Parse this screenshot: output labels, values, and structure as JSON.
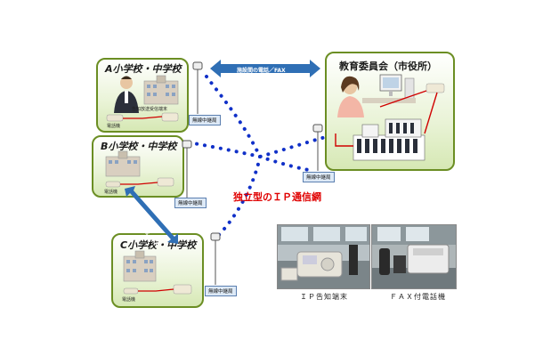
{
  "sites": {
    "a": {
      "title": "A小学校・中学校",
      "device_note": "告知放送受信端末",
      "phone": "電話機"
    },
    "b": {
      "title": "B小学校・中学校",
      "phone": "電話機"
    },
    "c": {
      "title": "C小学校・中学校",
      "phone": "電話機"
    },
    "board": {
      "title": "教育委員会（市役所）"
    }
  },
  "relay_label": "無線中継局",
  "links": {
    "between_facilities": "施設間の電話／FAX",
    "between_facilities_vertical": "施設間の電話／FAX"
  },
  "network": {
    "label": "独立型のＩＰ通信網"
  },
  "photos": {
    "ip_terminal": "ＩＰ告知端末",
    "fax_phone": "ＦＡＸ付電話機"
  },
  "colors": {
    "dots": "#1030c8",
    "site_border": "#6b8e23",
    "arrow": "#2f6fb5",
    "red_line": "#d00000",
    "network_label": "#e00000"
  }
}
